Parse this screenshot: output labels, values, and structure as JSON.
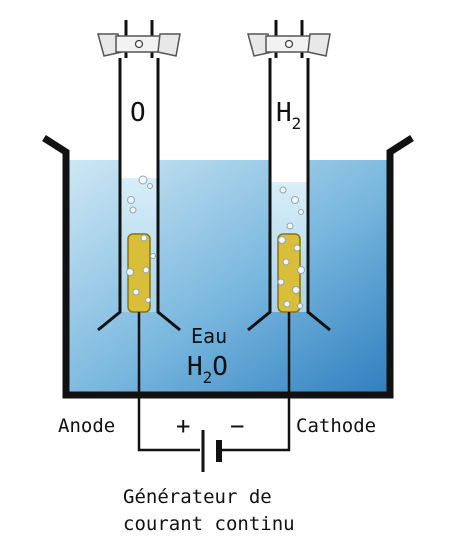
{
  "tube_left": {
    "label": "O"
  },
  "tube_right": {
    "label_main": "H",
    "label_sub": "2"
  },
  "water": {
    "label": "Eau",
    "formula_main": "H",
    "formula_sub": "2",
    "formula_end": "O"
  },
  "electrodes": {
    "anode": "Anode",
    "cathode": "Cathode"
  },
  "battery": {
    "plus": "+",
    "minus": "−"
  },
  "generator": {
    "line1": "Générateur de",
    "line2": "courant continu"
  },
  "colors": {
    "water_top": "#bfe0f0",
    "water_bottom": "#2f86c2",
    "electrode": "#d9be3a",
    "outline": "#111111"
  }
}
